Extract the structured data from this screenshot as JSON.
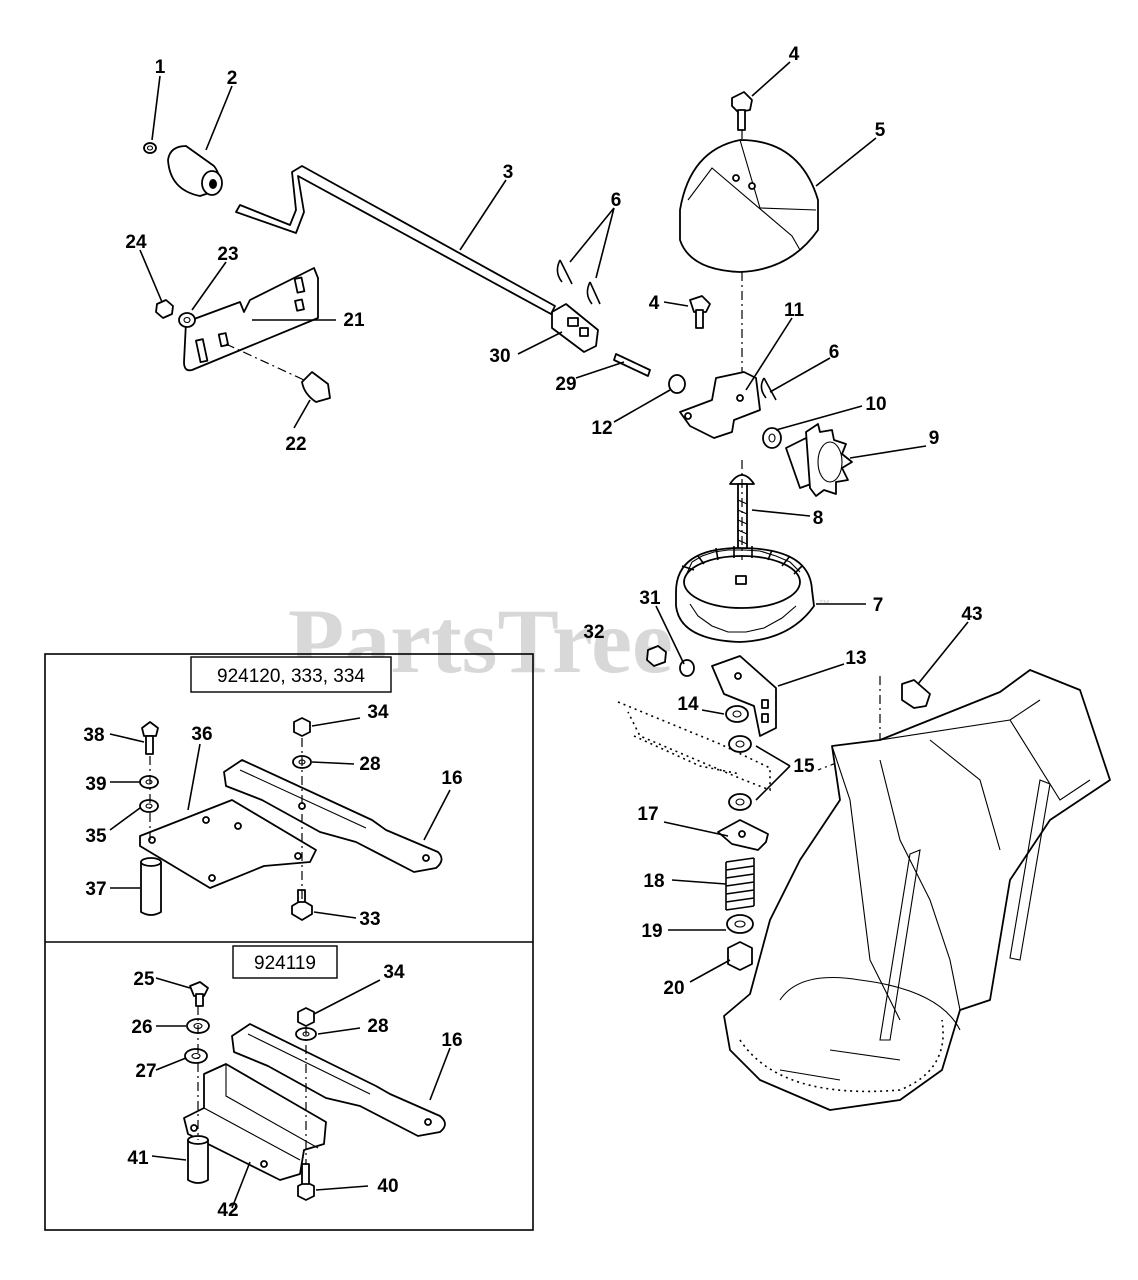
{
  "watermark": {
    "text": "PartsTree",
    "trademark": "™"
  },
  "insets": [
    {
      "title": "924120, 333, 334"
    },
    {
      "title": "924119"
    }
  ],
  "callouts": {
    "1": "1",
    "2": "2",
    "3": "3",
    "4a": "4",
    "4b": "4",
    "5": "5",
    "6a": "6",
    "6b": "6",
    "7": "7",
    "8": "8",
    "9": "9",
    "10": "10",
    "11": "11",
    "12": "12",
    "13": "13",
    "14": "14",
    "15": "15",
    "17": "17",
    "18": "18",
    "19": "19",
    "20": "20",
    "21": "21",
    "22": "22",
    "23": "23",
    "24": "24",
    "29": "29",
    "30": "30",
    "31": "31",
    "32": "32",
    "43": "43",
    "i1_38": "38",
    "i1_36": "36",
    "i1_34": "34",
    "i1_28": "28",
    "i1_39": "39",
    "i1_16": "16",
    "i1_35": "35",
    "i1_37": "37",
    "i1_33": "33",
    "i2_25": "25",
    "i2_34": "34",
    "i2_28": "28",
    "i2_26": "26",
    "i2_16": "16",
    "i2_27": "27",
    "i2_41": "41",
    "i2_40": "40",
    "i2_42": "42"
  }
}
